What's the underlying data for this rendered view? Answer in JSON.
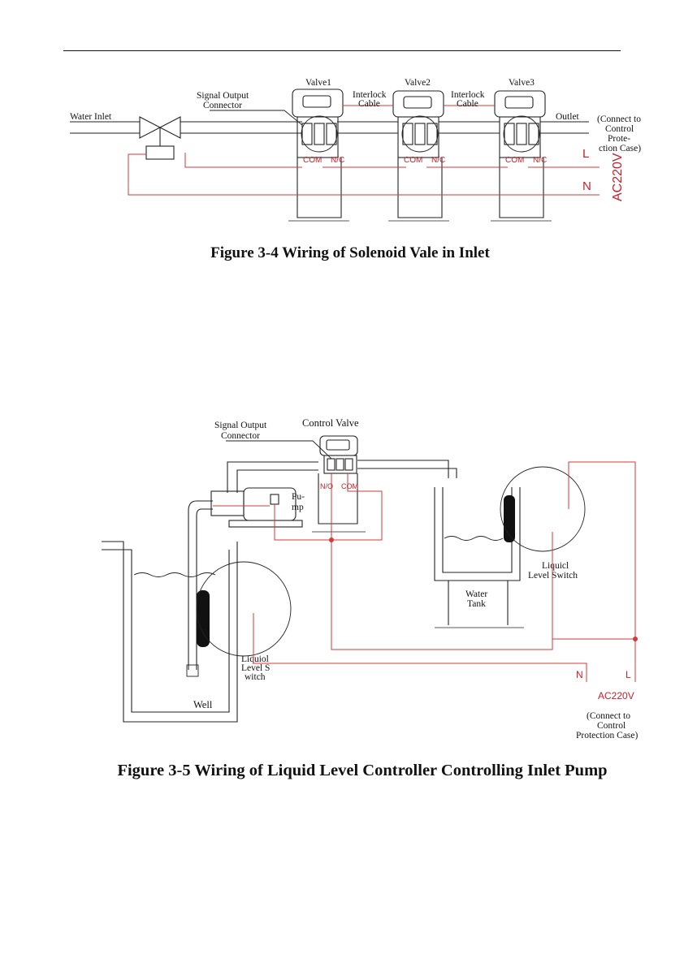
{
  "fig34": {
    "caption": "Figure 3-4 Wiring of Solenoid Vale in Inlet",
    "water_inlet": "Water Inlet",
    "signal_output_1": "Signal Output",
    "signal_output_2": "Connector",
    "valve1": "Valve1",
    "valve2": "Valve2",
    "valve3": "Valve3",
    "interlock_1": "Interlock",
    "interlock_2": "Cable",
    "outlet": "Outlet",
    "note_1": "(Connect to",
    "note_2": "Control",
    "note_3": "Prote-",
    "note_4": "ction Case)",
    "com": "COM",
    "nc": "N/C",
    "L": "L",
    "N": "N",
    "ac": "AC220V"
  },
  "fig35": {
    "caption": "Figure 3-5 Wiring of Liquid Level Controller Controlling Inlet Pump",
    "signal_output_1": "Signal Output",
    "signal_output_2": "Connector",
    "control_valve": "Control Valve",
    "pump_1": "Pu-",
    "pump_2": "mp",
    "no": "N/O",
    "com": "COM",
    "water_tank_1": "Water",
    "water_tank_2": "Tank",
    "switch_right_1": "Liquicl",
    "switch_right_2": "Level Switch",
    "switch_left_1": "Liquiol",
    "switch_left_2": "Level S",
    "switch_left_3": "witch",
    "well": "Well",
    "N": "N",
    "L": "L",
    "ac": "AC220V",
    "note_1": "(Connect to",
    "note_2": "Control",
    "note_3": "Protection Case)"
  },
  "colors": {
    "wire": "#d03a3a",
    "line": "#222222"
  }
}
